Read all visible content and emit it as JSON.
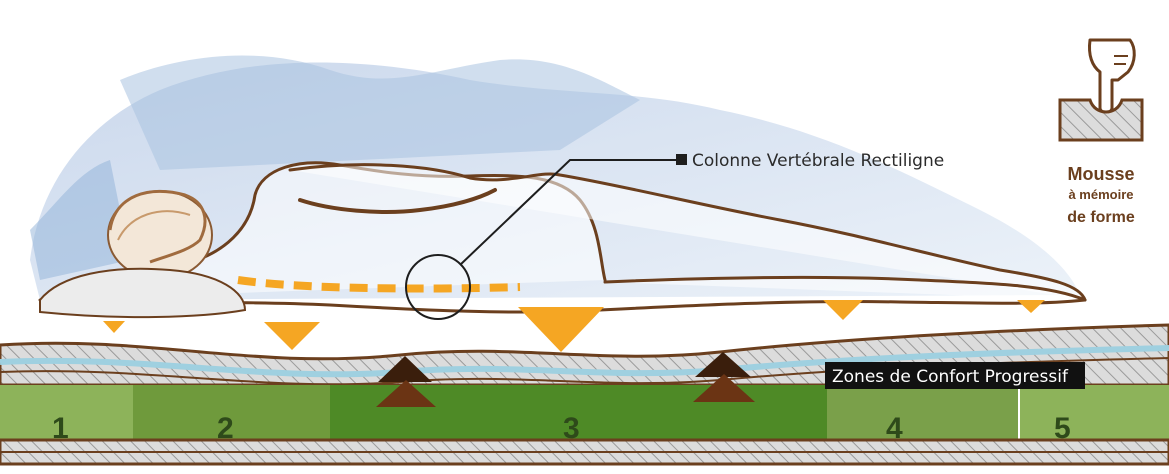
{
  "annotations": {
    "spine_label": "Colonne Vertébrale Rectiligne",
    "zones_label": "Zones de Confort Progressif"
  },
  "zones": [
    {
      "number": "1",
      "color": "#8db35a"
    },
    {
      "number": "2",
      "color": "#6f9a3c"
    },
    {
      "number": "3",
      "color": "#4e8a26"
    },
    {
      "number": "4",
      "color": "#7aa04a"
    },
    {
      "number": "5",
      "color": "#8db35a"
    }
  ],
  "legend": {
    "line1": "Mousse",
    "line2": "à mémoire",
    "line3": "de forme"
  },
  "colors": {
    "outline": "#6b3f1e",
    "pressure": "#f5a623",
    "support": "#5a2e12",
    "foam": "#d7d7d7",
    "gel": "#cfe6ef",
    "sheet": "#9fb8d8"
  },
  "icons": {
    "finger": "pointing-finger-icon",
    "foam": "foam-block-icon"
  }
}
